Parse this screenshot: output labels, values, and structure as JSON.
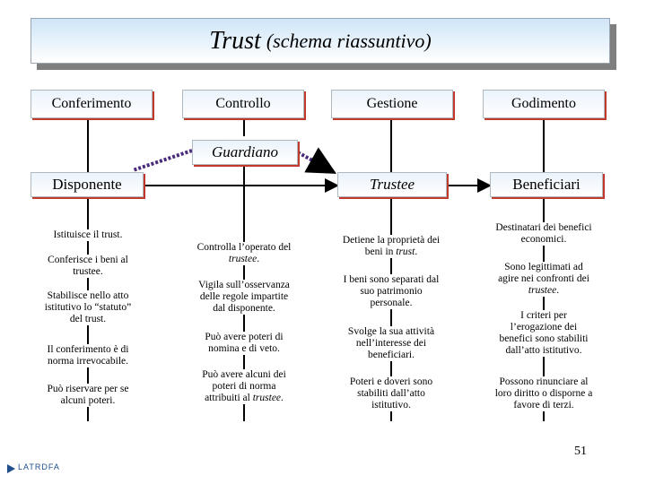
{
  "title": {
    "main": "Trust",
    "sub": "(schema riassuntivo)"
  },
  "columns": [
    "Conferimento",
    "Controllo",
    "Gestione",
    "Godimento"
  ],
  "guardian": "Guardiano",
  "roles": {
    "settlor": "Disponente",
    "trustee": "Trustee",
    "beneficiaries": "Beneficiari"
  },
  "settlor_items": [
    "Istituisce il trust.",
    "Conferisce i beni al trustee.",
    "Stabilisce nello atto istitutivo lo “statuto” del trust.",
    "Il conferimento è di norma irrevocabile.",
    "Può riservare per se alcuni poteri."
  ],
  "guardian_items": [
    {
      "pre": "Controlla l’operato del ",
      "em": "trustee",
      "post": "."
    },
    {
      "pre": "Vigila sull’osservanza delle regole impartite dal disponente.",
      "em": "",
      "post": ""
    },
    {
      "pre": "Può avere poteri di nomina e di veto.",
      "em": "",
      "post": ""
    },
    {
      "pre": "Può avere alcuni dei poteri di norma attribuiti al ",
      "em": "trustee",
      "post": "."
    }
  ],
  "trustee_items": [
    {
      "pre": "Detiene la proprietà dei beni in ",
      "em": "trust",
      "post": "."
    },
    {
      "pre": "I beni sono separati dal suo patrimonio personale.",
      "em": "",
      "post": ""
    },
    {
      "pre": "Svolge la sua attività nell’interesse dei beneficiari.",
      "em": "",
      "post": ""
    },
    {
      "pre": "Poteri e doveri sono stabiliti dall’atto istitutivo.",
      "em": "",
      "post": ""
    }
  ],
  "beneficiary_items": [
    {
      "pre": "Destinatari dei benefici economici.",
      "em": "",
      "post": ""
    },
    {
      "pre": "Sono legittimati ad agire nei confronti dei ",
      "em": "trustee",
      "post": "."
    },
    {
      "pre": "I criteri per l’erogazione dei benefici sono stabiliti dall’atto istitutivo.",
      "em": "",
      "post": ""
    },
    {
      "pre": "Possono rinunciare al loro diritto o disporne a favore di terzi.",
      "em": "",
      "post": ""
    }
  ],
  "page_number": "51",
  "logo_text": "LATRDFA",
  "colors": {
    "arrow": "#4a2a7a",
    "shadow": "#c0392b",
    "title_grad": "#cfe5f7"
  }
}
